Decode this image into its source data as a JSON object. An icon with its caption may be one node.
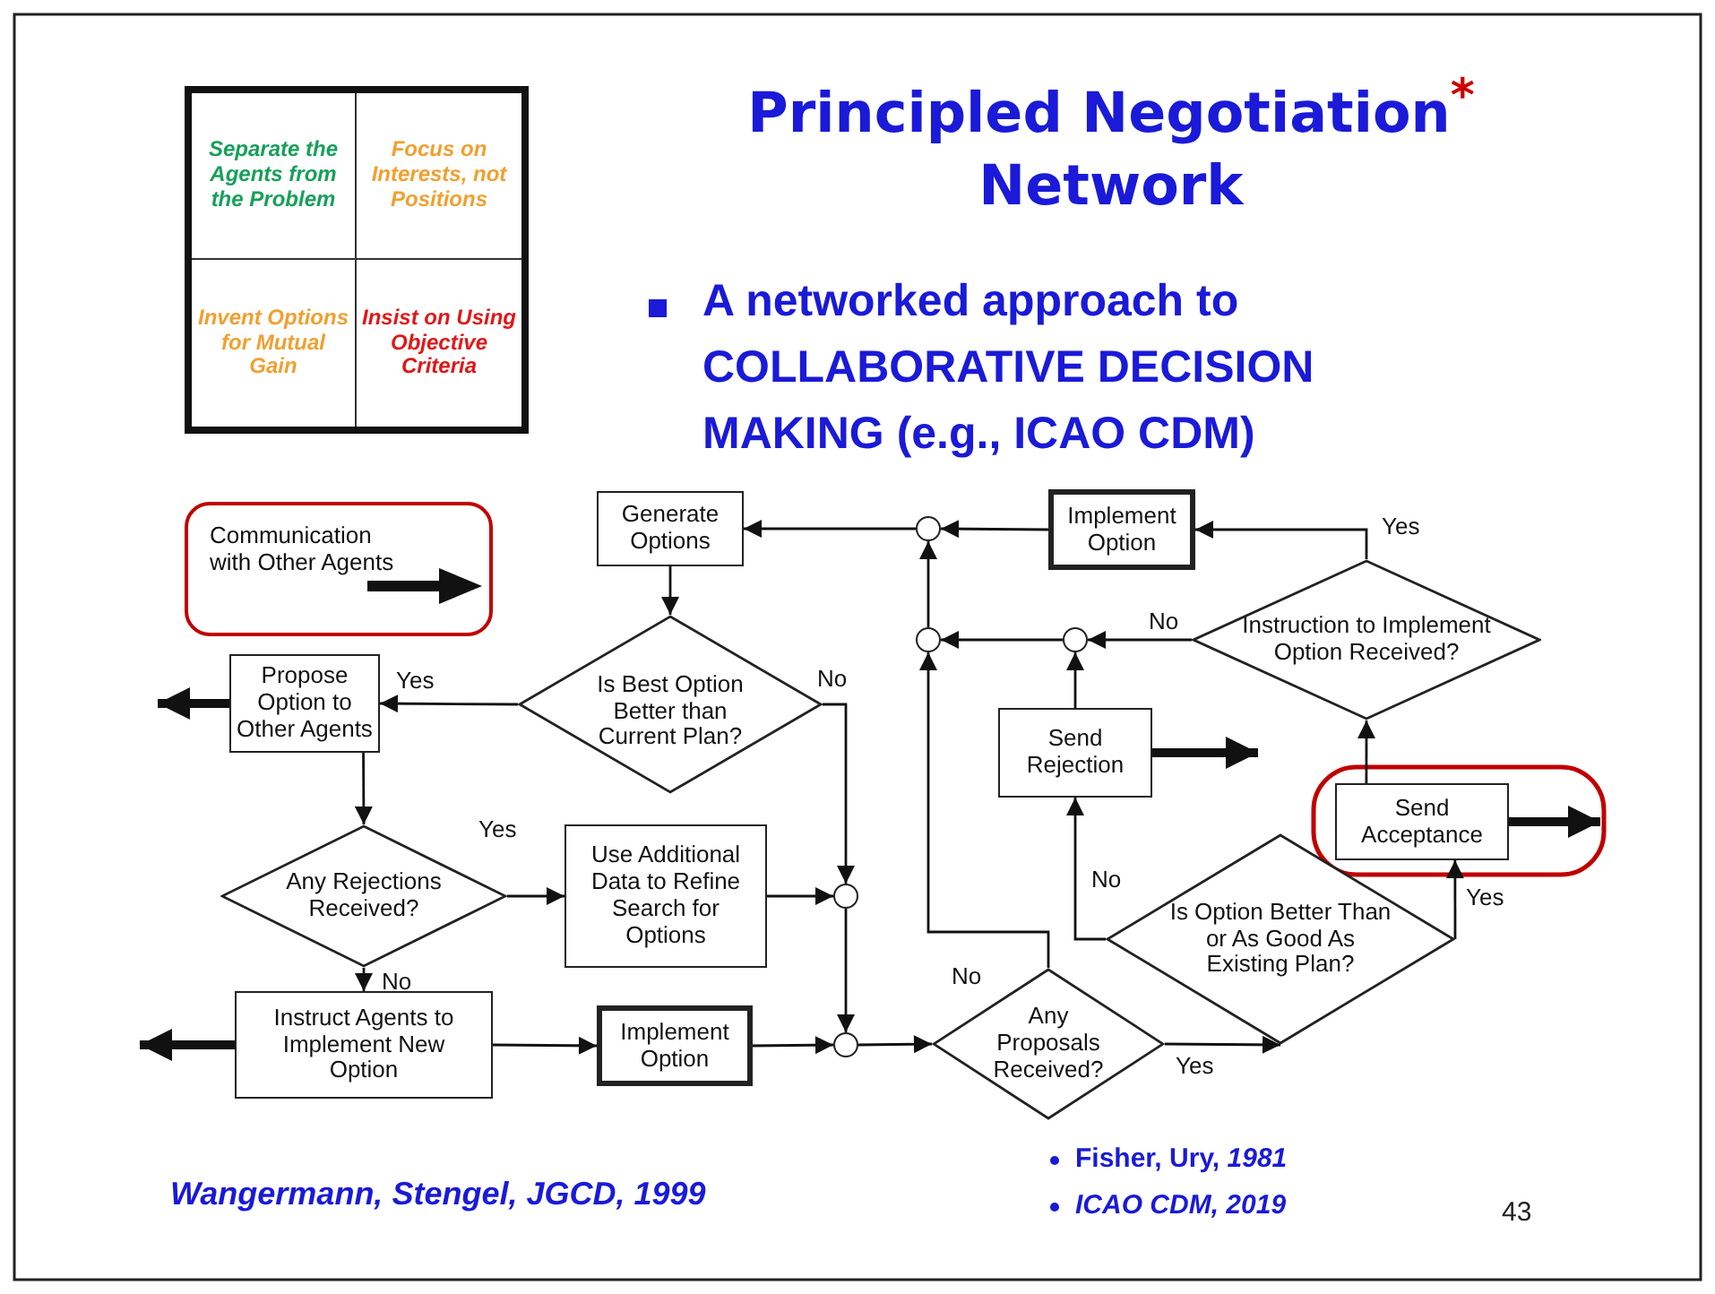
{
  "diagram": {
    "title": "Principled Negotiation$^{*}$ Network",
    "nodes": [
      {
        "text": [
          "Communication with Other Agents"
        ]
      },
      {
        "text": [
          "Generate Options"
        ]
      },
      {
        "text": [
          "Is Best Option Better than Current Plan?"
        ]
      },
      {
        "text": [
          "Propose Option to Other Agents"
        ]
      },
      {
        "text": [
          "Any Rejections Received?"
        ]
      },
      {
        "text": [
          "Use Additional Data to Refine Search for Options"
        ]
      },
      {
        "text": [
          "Instruct Agents to Implement New Option"
        ]
      },
      {
        "text": [
          "Implement Option"
        ]
      },
      {
        "text": [],
        "shape": "circle"
      },
      {
        "text": [],
        "shape": "circle"
      },
      {
        "text": [
          "Any Proposals Received?"
        ]
      },
      {
        "text": [
          "Is Option Better Than or As Good As Existing Plan?"
        ]
      },
      {
        "text": [
          "Send Rejection"
        ]
      },
      {
        "text": [
          "Send Acceptance"
        ]
      },
      {
        "text": [
          "Instruction to Implement Option Received?"
        ]
      },
      {
        "text": [
          "Implement Option"
        ]
      },
      {
        "text": [],
        "shape": "circle"
      },
      {
        "text": [],
        "shape": "circle"
      },
      {
        "text": [],
        "shape": "circle"
      }
    ],
    "edges": [
      {
        "from": 1,
        "to": 2,
        "arrow": "to"
      },
      {
        "from": 2,
        "to": 3,
        "arrow": "to",
        "label": "Yes"
      },
      {
        "from": 2,
        "to": 8,
        "arrow": "to",
        "label": "No"
      },
      {
        "from": 3,
        "to": 4,
        "arrow": "to"
      },
      {
        "from": 4,
        "to": 5,
        "arrow": "to",
        "label": "Yes"
      },
      {
        "from": 4,
        "to": 6,
        "arrow": "to",
        "label": "No"
      },
      {
        "from": 5,
        "to": 8,
        "arrow": "to"
      },
      {
        "from": 8,
        "to": 9,
        "arrow": "to"
      },
      {
        "from": 6,
        "to": 7,
        "arrow": "to"
      },
      {
        "from": 7,
        "to": 9,
        "arrow": "to"
      },
      {
        "from": 9,
        "to": 10,
        "arrow": "to"
      },
      {
        "from": 10,
        "to": 11,
        "arrow": "to",
        "label": "Yes"
      },
      {
        "from": 11,
        "to": 13,
        "arrow": "to",
        "label": "Yes"
      },
      {
        "from": 11,
        "to": 12,
        "arrow": "to",
        "label": "No"
      },
      {
        "from": 13,
        "to": 14,
        "arrow": "to"
      },
      {
        "from": 14,
        "to": 15,
        "arrow": "to",
        "label": "Yes"
      },
      {
        "from": 14,
        "to": 18,
        "arrow": "to",
        "label": "No"
      },
      {
        "from": 12,
        "to": 18,
        "arrow": "to"
      },
      {
        "from": 18,
        "to": 17,
        "arrow": "to"
      },
      {
        "from": 17,
        "to": 16,
        "arrow": "to"
      },
      {
        "from": 15,
        "to": 16,
        "arrow": "to"
      },
      {
        "from": 16,
        "to": 1,
        "arrow": "to"
      },
      {
        "from": 10,
        "to": 17,
        "arrow": "to",
        "label": "No"
      },
      {
        "from": 3,
        "to": null,
        "arrow": "to",
        "style": "thick"
      },
      {
        "from": 6,
        "to": null,
        "arrow": "to",
        "style": "thick"
      },
      {
        "from": 12,
        "to": null,
        "arrow": "to",
        "style": "thick"
      },
      {
        "from": 13,
        "to": null,
        "arrow": "to",
        "style": "thick"
      }
    ],
    "labels": [
      "Separate the Agents from the Problem",
      "Focus on Interests, not Positions",
      "Invent Options for Mutual Gain",
      "Insist on Using Objective Criteria",
      "A networked approach to COLLABORATIVE DECISION MAKING (e.g., ICAO CDM)",
      "Wangermann, Stengel, JGCD, 1999",
      "Fisher, Ury, *1981*",
      "ICAO CDM, 2019",
      "43"
    ]
  }
}
